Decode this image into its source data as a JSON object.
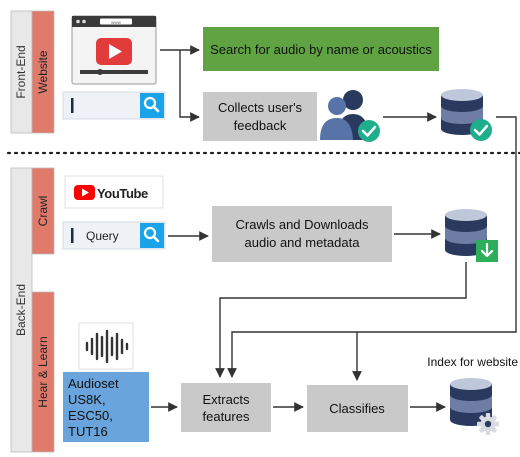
{
  "sections": {
    "frontend": "Front-End",
    "website": "Website",
    "backend": "Back-End",
    "crawl": "Crawl",
    "hear_learn": "Hear & Learn"
  },
  "boxes": {
    "search_audio": "Search for audio by name or acoustics",
    "feedback_line1": "Collects user's",
    "feedback_line2": "feedback",
    "crawls_line1": "Crawls and Downloads",
    "crawls_line2": "audio and metadata",
    "extracts_line1": "Extracts",
    "extracts_line2": "features",
    "classifies": "Classifies"
  },
  "datasets": {
    "line1": "Audioset",
    "line2": "US8K,",
    "line3": "ESC50,",
    "line4": "TUT16"
  },
  "query_label": "Query",
  "youtube_label": "YouTube",
  "index_label": "Index for website",
  "browser_url_text": "www",
  "colors": {
    "green_box": "#5fa342",
    "gray_box": "#c9c9c9",
    "section_red": "#e07a6a",
    "section_gray": "#e8e8e8",
    "dataset_blue": "#6aa4dc",
    "search_accent": "#1aa3e8",
    "check_green": "#1fae8c",
    "download_green": "#2dae5a",
    "youtube_red": "#ff0000"
  },
  "icons": [
    "browser-window-icon",
    "play-icon",
    "magnifier-icon",
    "users-icon",
    "check-icon",
    "database-icon",
    "download-icon",
    "gear-icon",
    "youtube-logo",
    "waveform-icon"
  ]
}
